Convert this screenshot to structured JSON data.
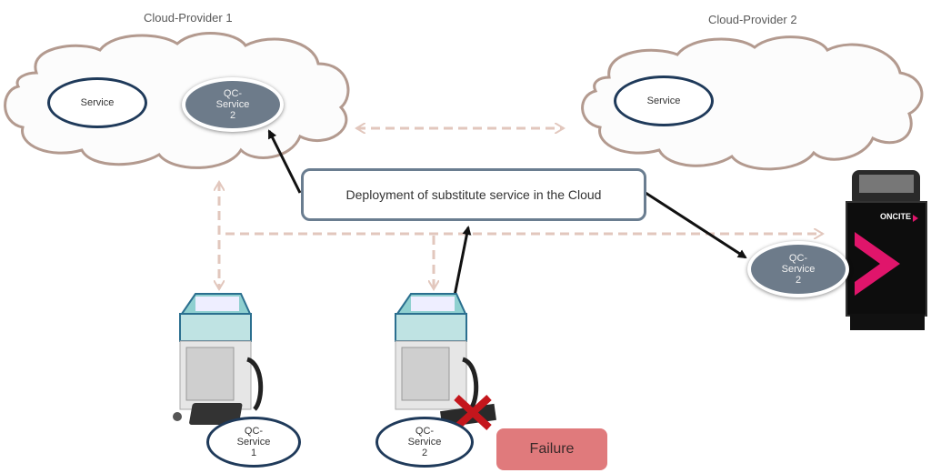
{
  "clouds": [
    {
      "title": "Cloud-Provider 1",
      "service_label": "Service",
      "qc_label": "QC-\nService\n2"
    },
    {
      "title": "Cloud-Provider 2",
      "service_label": "Service"
    }
  ],
  "deployment_box": {
    "label": "Deployment of substitute service in the Cloud"
  },
  "edge_device": {
    "brand": "ONCITE",
    "qc_label": "QC-\nService\n2"
  },
  "machines": [
    {
      "qc_label": "QC-\nService\n1",
      "status": "ok"
    },
    {
      "qc_label": "QC-\nService\n2",
      "status": "failed"
    }
  ],
  "failure_box": {
    "label": "Failure"
  },
  "colors": {
    "cloud_outline": "#b39a8f",
    "dashed_connector": "#e2c7bd",
    "service_outline": "#1f3a5a",
    "qc_fill": "#6d7b8a",
    "failure_fill": "#e07a7c",
    "oncite_accent": "#e0156b",
    "fail_cross": "#c4161c"
  }
}
